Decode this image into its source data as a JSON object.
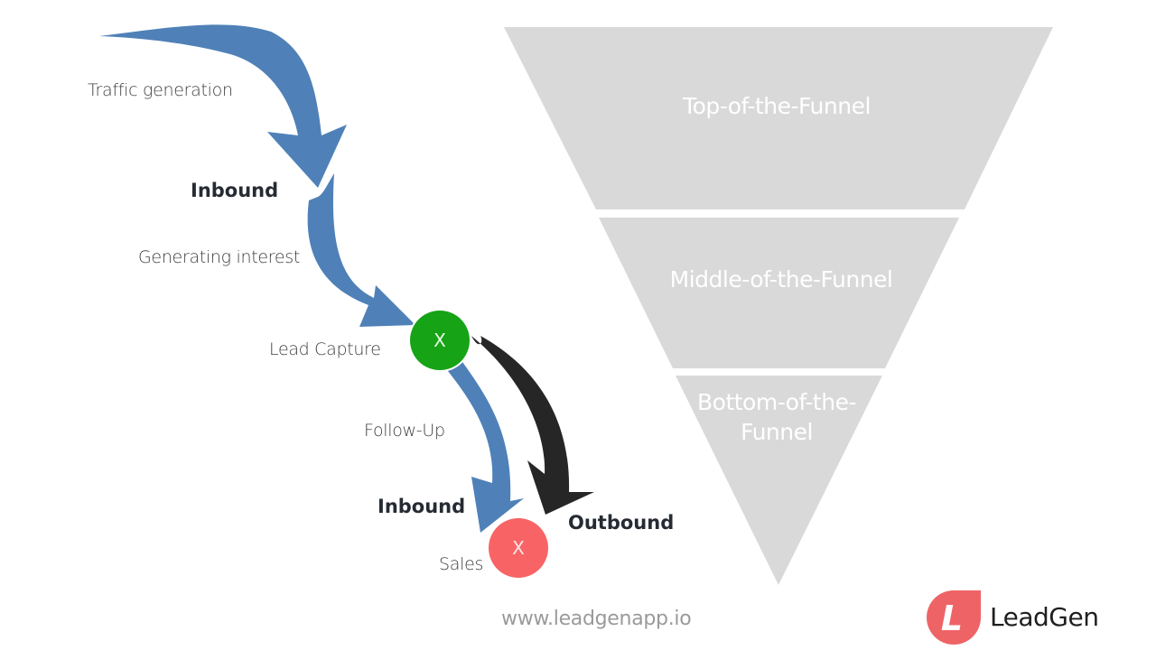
{
  "flow": {
    "steps": [
      {
        "label": "Traffic generation"
      },
      {
        "label": "Generating interest"
      },
      {
        "label": "Lead Capture"
      },
      {
        "label": "Follow-Up"
      },
      {
        "label": "Sales"
      }
    ],
    "channel_labels": {
      "inbound_top": "Inbound",
      "inbound_bottom": "Inbound",
      "outbound": "Outbound"
    },
    "nodes": {
      "lead_capture": {
        "mark": "X",
        "color": "#16a316"
      },
      "sales": {
        "mark": "X",
        "color": "#f86466"
      }
    },
    "colors": {
      "inbound_arrow": "#4f81b8",
      "outbound_arrow": "#262626"
    }
  },
  "funnel": {
    "color": "#d9d9d9",
    "stages": [
      {
        "line1": "Top-of-the-Funnel",
        "line2": ""
      },
      {
        "line1": "Middle-of-the-Funnel",
        "line2": ""
      },
      {
        "line1": "Bottom-of-the-",
        "line2": "Funnel"
      }
    ]
  },
  "footer": {
    "url": "www.leadgenapp.io",
    "brand_name": "LeadGen",
    "logo_letter": "L",
    "brand_color": "#ee6466"
  }
}
